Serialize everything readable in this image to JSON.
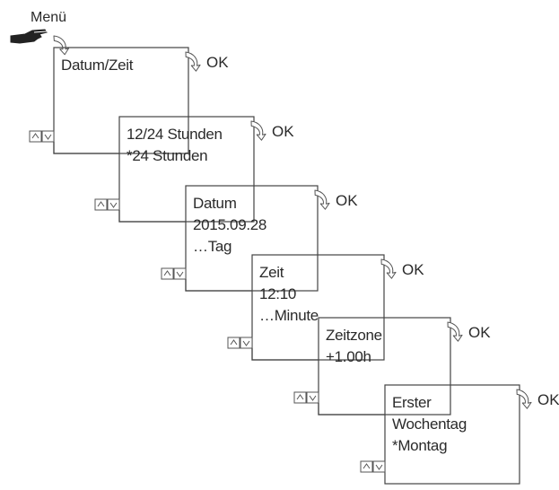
{
  "menu_label": "Menü",
  "ok_label": "OK",
  "screens": [
    {
      "id": "datum-zeit",
      "lines": [
        "Datum/Zeit"
      ]
    },
    {
      "id": "12-24-stunden",
      "lines": [
        "12/24 Stunden",
        "*24 Stunden"
      ]
    },
    {
      "id": "datum",
      "lines": [
        "Datum",
        "2015.09.28",
        "…Tag"
      ]
    },
    {
      "id": "zeit",
      "lines": [
        "Zeit",
        "12:10",
        "…Minute"
      ]
    },
    {
      "id": "zeitzone",
      "lines": [
        "Zeitzone",
        "+1.00h"
      ]
    },
    {
      "id": "erster-wochentag",
      "lines": [
        "Erster",
        "Wochentag",
        "*Montag"
      ]
    }
  ],
  "icons": {
    "hand": "pointing-hand-icon",
    "ok_arrow": "curved-arrow-icon",
    "nav": "up-down-buttons-icon"
  }
}
